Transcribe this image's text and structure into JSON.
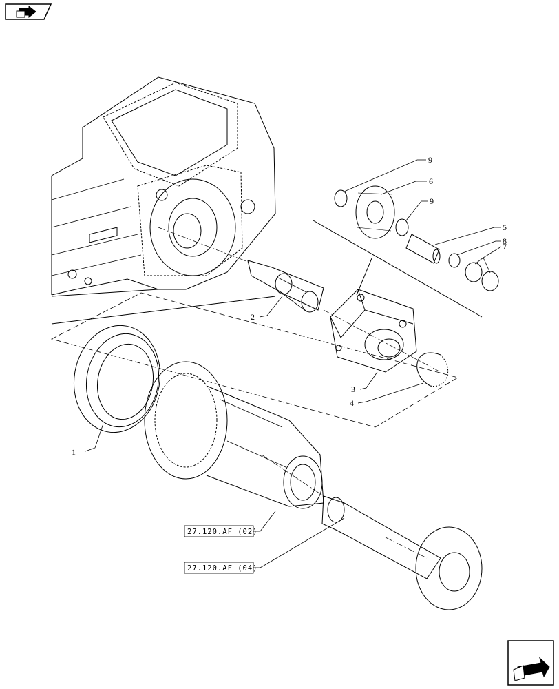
{
  "nav": {
    "top_icon": "book-arrow-icon",
    "bottom_icon": "next-page-arrow-icon"
  },
  "callouts": {
    "c1": "1",
    "c2": "2",
    "c3": "3",
    "c4": "4",
    "c5": "5",
    "c6": "6",
    "c7": "7",
    "c8": "8",
    "c9a": "9",
    "c9b": "9"
  },
  "references": {
    "ref1": "27.120.AF (02)",
    "ref2": "27.120.AF (04)"
  },
  "colors": {
    "line": "#000000",
    "background": "#ffffff"
  }
}
